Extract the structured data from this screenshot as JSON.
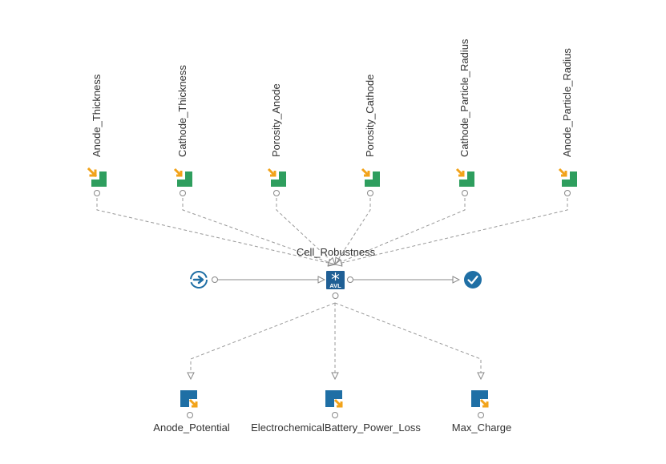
{
  "colors": {
    "input_green": "#2e9e5e",
    "output_blue": "#1f6fa5",
    "arrow_orange": "#f2a31a",
    "avl_blue": "#1f5f95",
    "edge_gray": "#999999"
  },
  "inputs": [
    {
      "label": "Anode_Thickness"
    },
    {
      "label": "Cathode_Thickness"
    },
    {
      "label": "Porosity_Anode"
    },
    {
      "label": "Porosity_Cathode"
    },
    {
      "label": "Cathode_Particle_Radius"
    },
    {
      "label": "Anode_Particle_Radius"
    }
  ],
  "center": {
    "label": "Cell_Robustness",
    "badge": "AVL",
    "icon": "snowflake-icon"
  },
  "start": {
    "icon": "start-arrow-icon"
  },
  "end": {
    "icon": "check-icon"
  },
  "outputs": [
    {
      "label": "Anode_Potential"
    },
    {
      "label": "ElectrochemicalBattery_Power_Loss"
    },
    {
      "label": "Max_Charge"
    }
  ]
}
